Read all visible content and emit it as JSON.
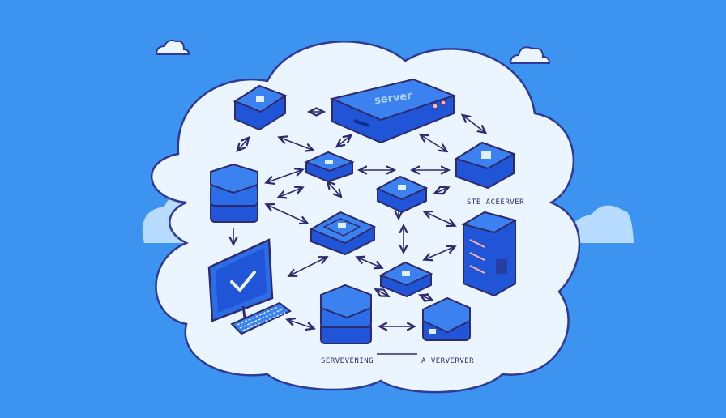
{
  "labels": {
    "main_server": "server",
    "right_label": "STE ACEERVER",
    "bottom_left": "SERVEVENING",
    "bottom_right": "A VERVERVER"
  },
  "colors": {
    "background": "#3d93f0",
    "cloud": "#eaf5ff",
    "cloud_outline": "#2f3a96",
    "device_top": "#3b82f0",
    "device_side": "#1f55d6",
    "arrow": "#2f2a6e"
  },
  "icons": [
    "small-cloud-icon",
    "cloud-icon",
    "server-icon",
    "monitor-icon",
    "keyboard-icon",
    "checkmark-icon",
    "tower-server-icon",
    "stack-server-icon",
    "hub-icon"
  ]
}
